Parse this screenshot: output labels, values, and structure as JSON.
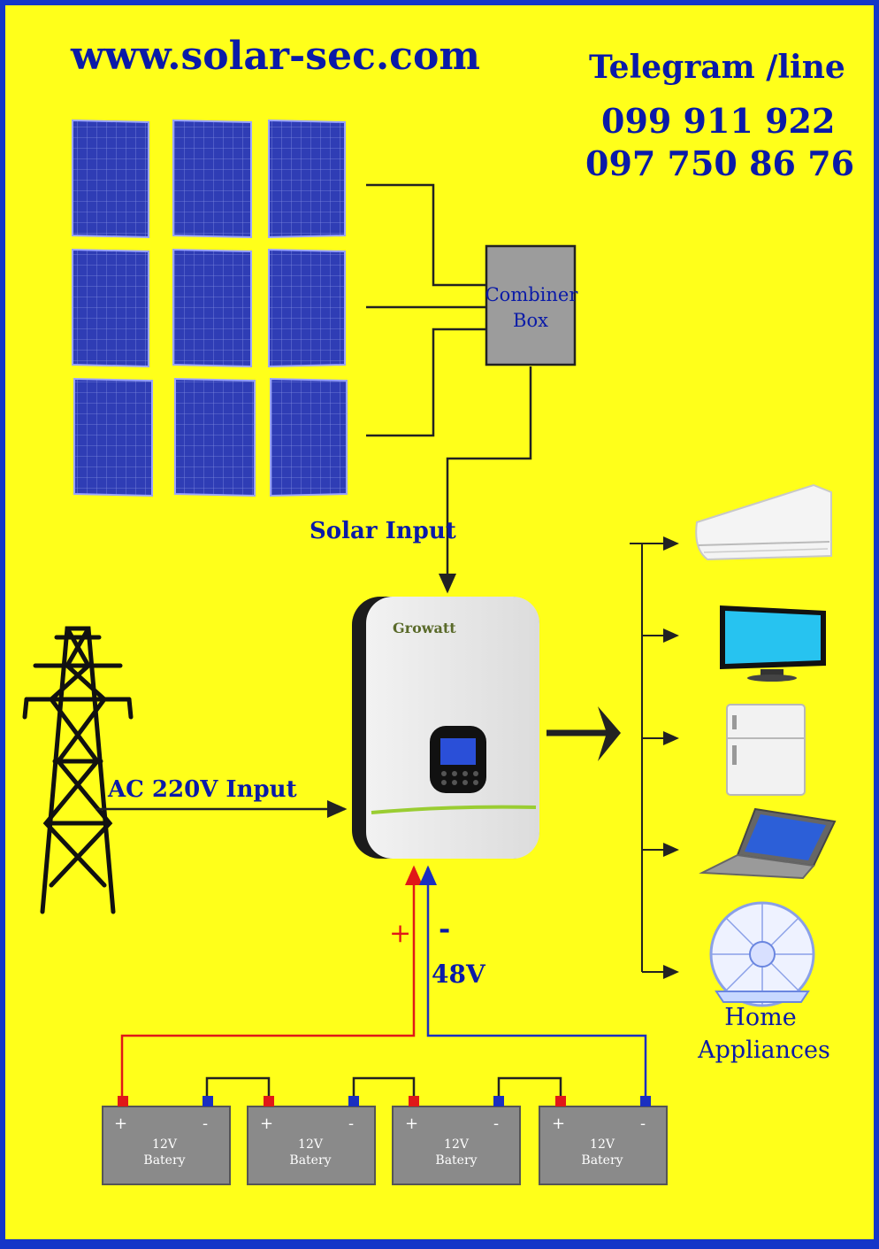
{
  "header": {
    "website": "www.solar-sec.com",
    "contact_label": "Telegram /line",
    "phone_1": "099 911 922",
    "phone_2": "097 750 86 76"
  },
  "combiner_box": {
    "line_1": "Combiner",
    "line_2": "Box"
  },
  "labels": {
    "solar_input": "Solar Input",
    "ac_input": "AC 220V Input",
    "voltage": "48V",
    "plus": "+",
    "minus": "-",
    "home_appliances_1": "Home",
    "home_appliances_2": "Appliances"
  },
  "inverter": {
    "brand": "Growatt"
  },
  "batteries": [
    {
      "voltage": "12V",
      "name": "Batery",
      "plus": "+",
      "minus": "-"
    },
    {
      "voltage": "12V",
      "name": "Batery",
      "plus": "+",
      "minus": "-"
    },
    {
      "voltage": "12V",
      "name": "Batery",
      "plus": "+",
      "minus": "-"
    },
    {
      "voltage": "12V",
      "name": "Batery",
      "plus": "+",
      "minus": "-"
    }
  ],
  "appliances": [
    {
      "icon": "air-conditioner-icon"
    },
    {
      "icon": "tv-icon"
    },
    {
      "icon": "refrigerator-icon"
    },
    {
      "icon": "laptop-icon"
    },
    {
      "icon": "fan-icon"
    }
  ],
  "colors": {
    "background": "#ffff1a",
    "frame": "#1436c8",
    "text_blue": "#0a1aa8",
    "wire": "#222222",
    "positive_wire": "#e01818",
    "negative_wire": "#1a2fc0",
    "panel": "#2e3fb8",
    "battery": "#8a8a8a"
  }
}
